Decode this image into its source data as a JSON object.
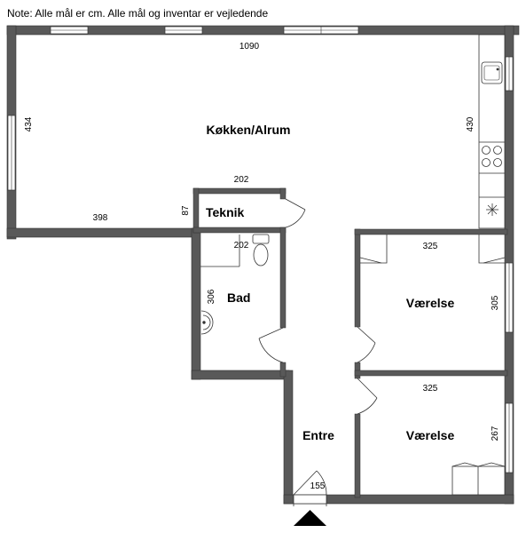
{
  "note": "Note: Alle mål er cm. Alle mål og inventar er vejledende",
  "rooms": {
    "kitchen": "Køkken/Alrum",
    "technical": "Teknik",
    "bathroom": "Bad",
    "bedroom_top": "Værelse",
    "bedroom_bottom": "Værelse",
    "entrance": "Entre"
  },
  "dimensions": {
    "kitchen_width": "1090",
    "kitchen_left_height": "434",
    "kitchen_right_height": "430",
    "kitchen_lower_width": "398",
    "technical_width": "202",
    "technical_height": "87",
    "bath_width": "202",
    "bath_height": "306",
    "bedroom_top_width": "325",
    "bedroom_top_height": "305",
    "bedroom_bottom_width": "325",
    "bedroom_bottom_height": "267",
    "entrance_width": "155"
  },
  "colors": {
    "wall": "#595959",
    "wall_outline": "#333333",
    "window": "#ffffff",
    "fixture": "#000000",
    "entrance_marker": "#000000"
  }
}
